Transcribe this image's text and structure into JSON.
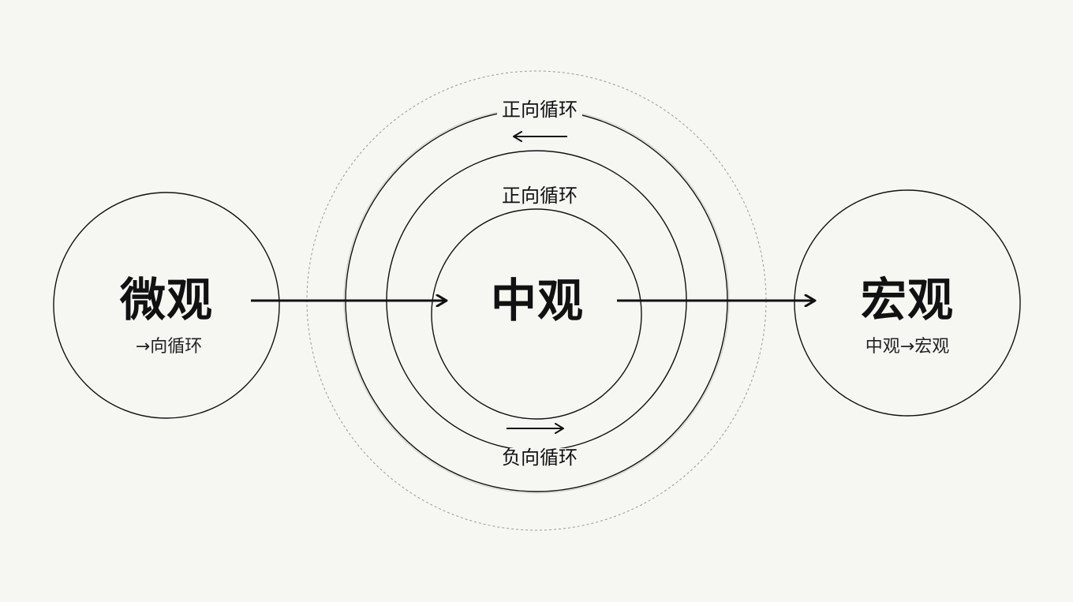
{
  "nodes": {
    "micro": {
      "title": "微观",
      "subtitle": "→向循环"
    },
    "meso": {
      "title": "中观"
    },
    "macro": {
      "title": "宏观",
      "subtitle": "中观→宏观"
    }
  },
  "rings": {
    "outer_top": "正向循环",
    "inner_top": "正向循环",
    "bottom": "负向循环"
  },
  "colors": {
    "background": "#f6f6f3",
    "stroke": "#111111",
    "dashed": "#888888"
  }
}
